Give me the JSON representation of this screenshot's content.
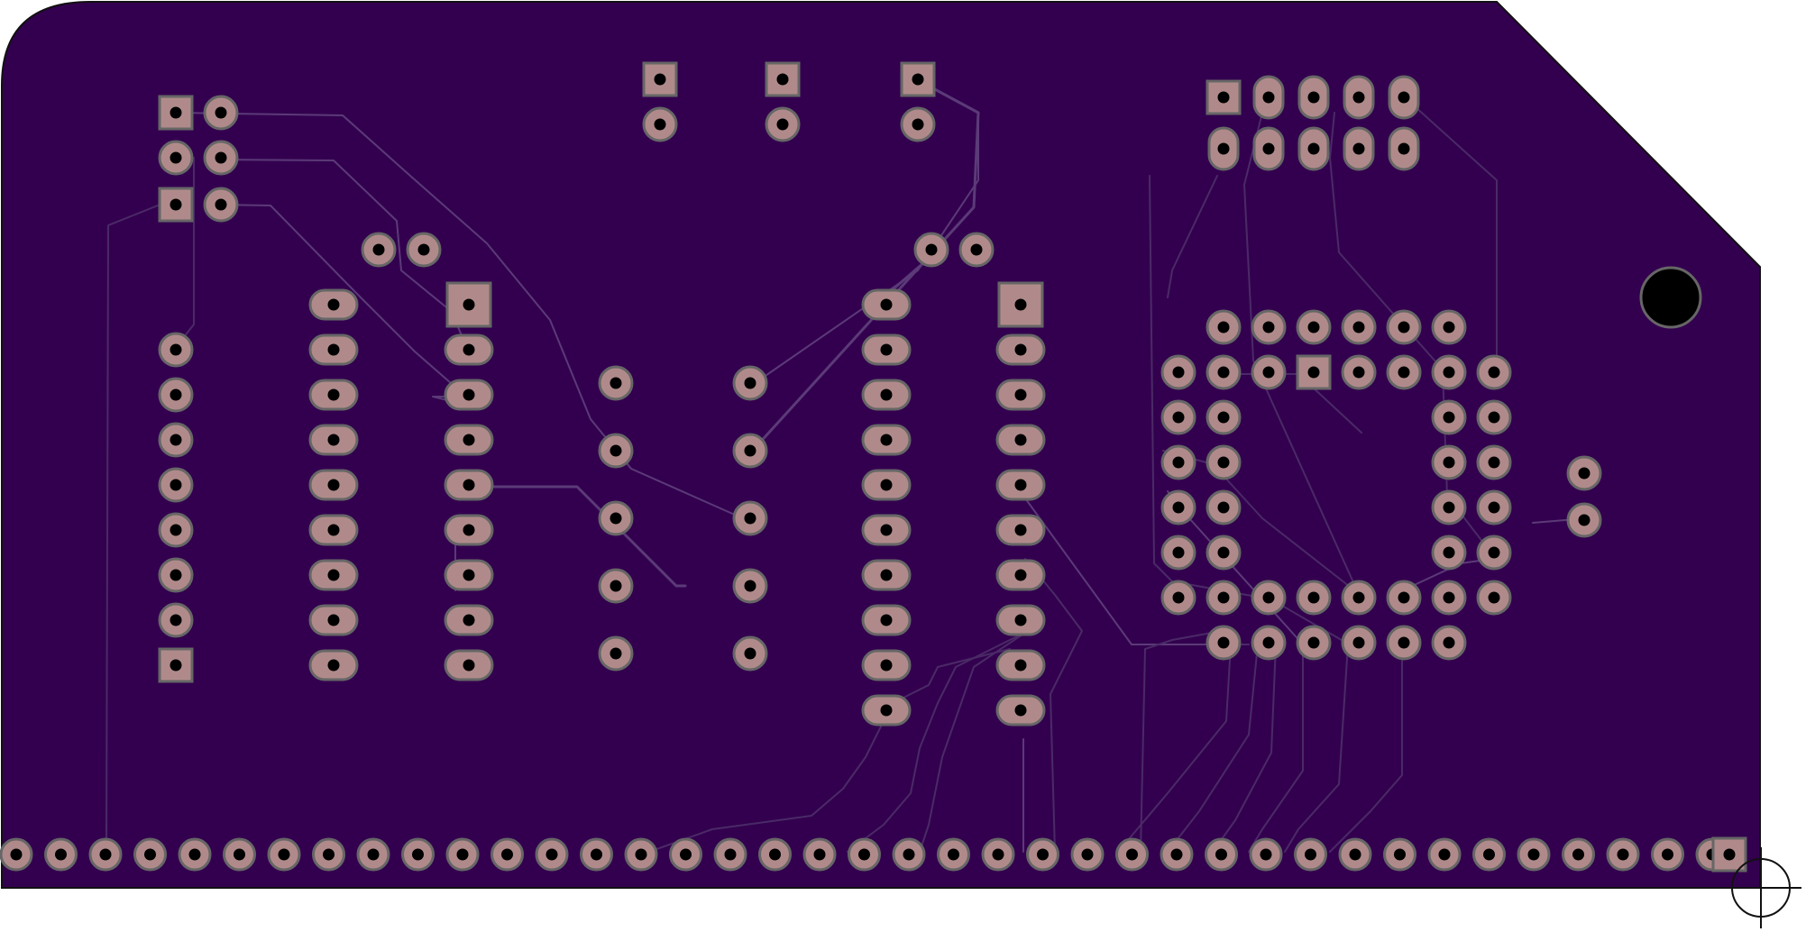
{
  "colors": {
    "background": "#ffffff",
    "board_fill": "#33004f",
    "board_outline": "#111111",
    "pad_fill": "#b08a8a",
    "pad_ring": "#666666",
    "drill": "#000000",
    "trace": "#5b3a78",
    "trace_faint": "#4a2a66",
    "mount_hole": "#000000",
    "origin_marker": "#111111"
  },
  "pcb": {
    "layer": "bottom copper",
    "components": [
      {
        "id": "jp-3x2-left",
        "kind": "pin-header",
        "rows": 3,
        "cols": 2
      },
      {
        "id": "jp-2x1-a",
        "kind": "jumper",
        "rows": 2,
        "cols": 1
      },
      {
        "id": "jp-2x1-b",
        "kind": "jumper",
        "rows": 2,
        "cols": 1
      },
      {
        "id": "jp-2x1-c",
        "kind": "jumper",
        "rows": 2,
        "cols": 1
      },
      {
        "id": "sip-8",
        "kind": "resistor-network",
        "pins": 8
      },
      {
        "id": "dip-ic-1",
        "kind": "dip",
        "pins": 18
      },
      {
        "id": "dip-ic-2",
        "kind": "dip",
        "pins": 20
      },
      {
        "id": "resistors-5x2",
        "kind": "resistor-array",
        "count": 5
      },
      {
        "id": "crystal-1",
        "kind": "two-pin",
        "pins": 2
      },
      {
        "id": "crystal-2",
        "kind": "two-pin",
        "pins": 2
      },
      {
        "id": "header-5x2",
        "kind": "pin-header",
        "rows": 2,
        "cols": 5
      },
      {
        "id": "plcc-44",
        "kind": "plcc-socket",
        "pins": 44
      },
      {
        "id": "cap-2pin",
        "kind": "two-pin",
        "pins": 2
      },
      {
        "id": "edge-connector",
        "kind": "edge-connector",
        "pins": 40
      }
    ],
    "mount_hole": true,
    "origin_marker": true
  }
}
